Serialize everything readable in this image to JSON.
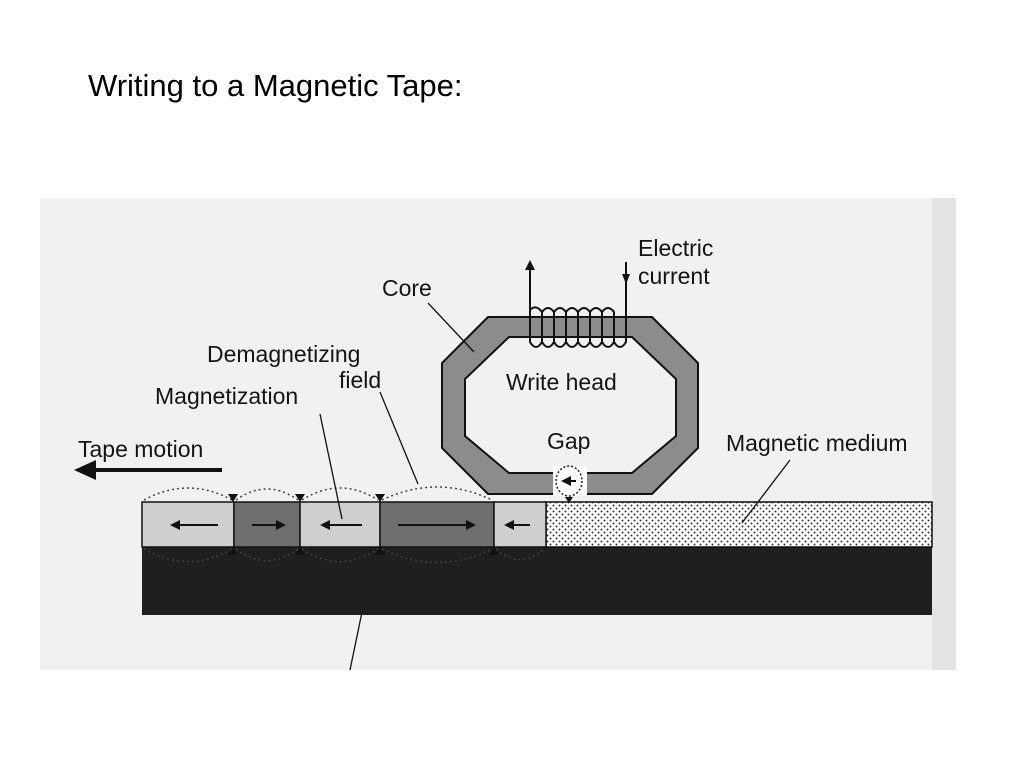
{
  "title": "Writing to a Magnetic Tape:",
  "diagram": {
    "labels": {
      "electric_line1": "Electric",
      "electric_line2": "current",
      "core": "Core",
      "demag_line1": "Demagnetizing",
      "demag_line2": "field",
      "magnetization": "Magnetization",
      "write_head": "Write head",
      "gap": "Gap",
      "magnetic_medium": "Magnetic medium",
      "tape_motion": "Tape motion"
    },
    "colors": {
      "core_fill": "#8c8c8c",
      "domain_light": "#cfcfcf",
      "domain_dark": "#6e6e6e",
      "substrate": "#1f1f1f",
      "photo_background": "#f1f1f1"
    }
  }
}
